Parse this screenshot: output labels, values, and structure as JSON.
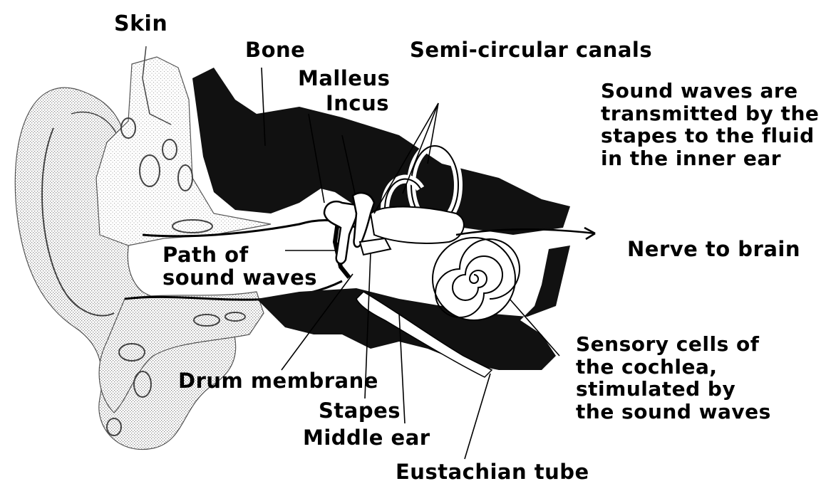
{
  "labels": {
    "skin": "Skin",
    "bone": "Bone",
    "semicircular_canals": "Semi-circular canals",
    "malleus": "Malleus",
    "incus": "Incus",
    "sound_waves_note": "Sound waves are\ntransmitted by the\nstapes to the fluid\nin the inner ear",
    "path_of_sound_waves": "Path of\nsound waves",
    "nerve_to_brain": "Nerve to brain",
    "sensory_cells": "Sensory cells of\nthe cochlea,\nstimulated by\nthe sound waves",
    "drum_membrane": "Drum membrane",
    "stapes": "Stapes",
    "middle_ear": "Middle ear",
    "eustachian_tube": "Eustachian tube"
  },
  "colors": {
    "ink": "#000000",
    "bone_fill": "#111111",
    "stipple": "#9a9a9a",
    "background": "#ffffff"
  }
}
